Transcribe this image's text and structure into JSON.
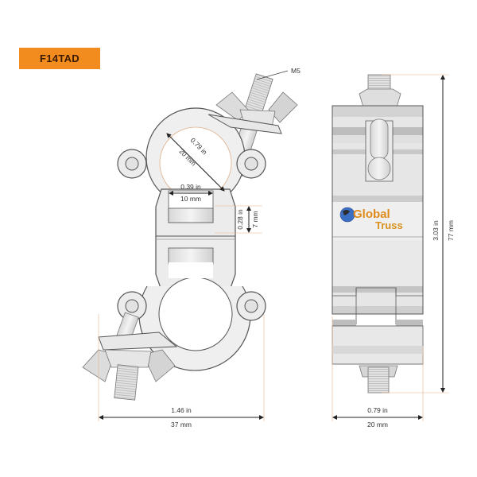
{
  "product": {
    "code": "F14TAD",
    "badge_color": "#f28c1e"
  },
  "brand": {
    "logo_line1": "Global",
    "logo_line2": "Truss"
  },
  "front_view": {
    "bolt_label": "M5",
    "tube_diameter_in": "0.79 in",
    "tube_diameter_mm": "20 mm",
    "opening_width_in": "0.39 in",
    "opening_width_mm": "10 mm",
    "spacer_height_in": "0.28 in",
    "spacer_height_mm": "7 mm",
    "overall_width_in": "1.46 in",
    "overall_width_mm": "37 mm"
  },
  "side_view": {
    "overall_height_in": "3.03 in",
    "overall_height_mm": "77 mm",
    "width_in": "0.79 in",
    "width_mm": "20 mm"
  },
  "colors": {
    "accent": "#f28c1e",
    "dimension_guide": "#e8b48a",
    "metal_light": "#ececec",
    "metal_mid": "#cfcfcf",
    "outline": "#555555"
  }
}
